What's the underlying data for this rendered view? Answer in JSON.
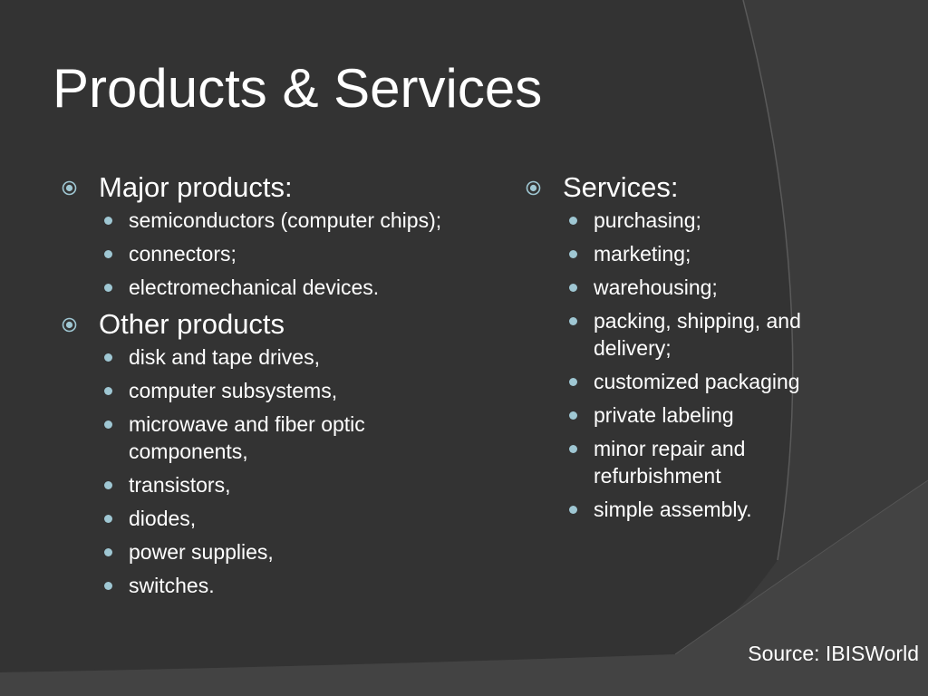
{
  "slide": {
    "title": "Products & Services",
    "left": {
      "groups": [
        {
          "heading": "Major products:",
          "items": [
            "semiconductors (computer chips);",
            "connectors;",
            "electromechanical devices."
          ]
        },
        {
          "heading": "Other products",
          "items": [
            "disk and tape drives,",
            "computer subsystems,",
            "microwave and fiber optic components,",
            "transistors,",
            "diodes,",
            "power supplies,",
            "switches."
          ]
        }
      ]
    },
    "right": {
      "groups": [
        {
          "heading": "Services:",
          "items": [
            "purchasing;",
            "marketing;",
            "warehousing;",
            "packing, shipping, and delivery;",
            "customized packaging",
            "private labeling",
            "minor repair and refurbishment",
            "simple assembly."
          ]
        }
      ]
    },
    "source": "Source: IBISWorld"
  },
  "colors": {
    "background": "#3c3c3c",
    "panel": "#333333",
    "text": "#ffffff",
    "bullet": "#9fc7d3"
  }
}
